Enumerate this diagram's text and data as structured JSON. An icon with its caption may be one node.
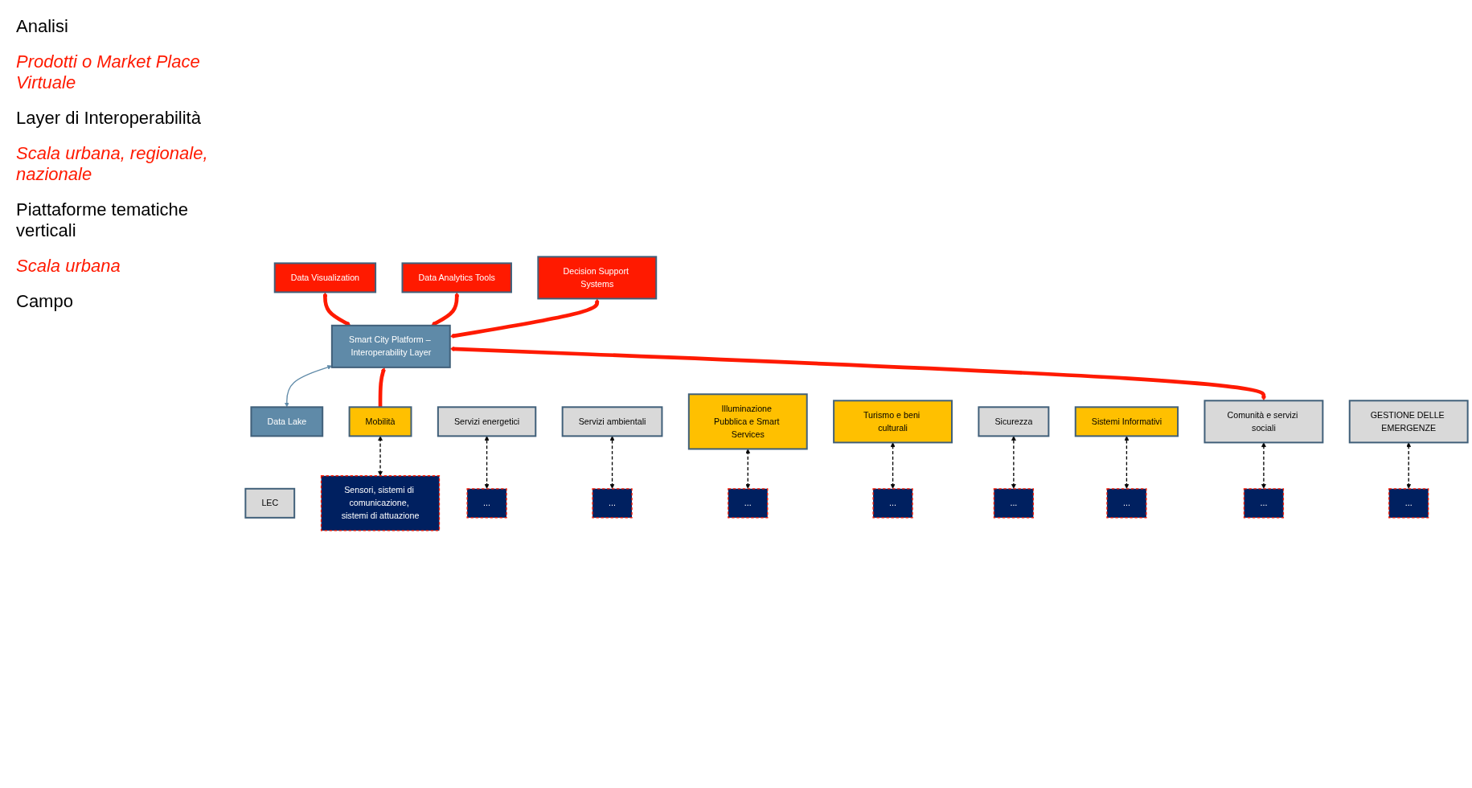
{
  "diagram": {
    "nodes": [
      {
        "text": [
          "Data Visualization"
        ]
      },
      {
        "text": [
          "Data Analytics Tools"
        ]
      },
      {
        "text": [
          "Decision Support Systems"
        ]
      },
      {
        "text": [
          "Data Lake"
        ]
      },
      {
        "text": [
          "Smart City Platform – Interoperability Layer"
        ]
      },
      {
        "text": [
          "LEC"
        ]
      },
      {
        "text": [
          "Mobilità"
        ]
      },
      {
        "text": [
          "Servizi energetici"
        ]
      },
      {
        "text": [
          "Servizi ambientali"
        ]
      },
      {
        "text": [
          "Illuminazione Pubblica e Smart Services"
        ]
      },
      {
        "text": [
          "Turismo e beni culturali"
        ]
      },
      {
        "text": [
          "Sicurezza"
        ]
      },
      {
        "text": [
          "Sistemi Informativi"
        ]
      },
      {
        "text": [
          "Comunità e servizi sociali"
        ]
      },
      {
        "text": [
          "GESTIONE DELLE EMERGENZE"
        ]
      },
      {
        "text": [
          "Sensori, sistemi di comunicazione, sistemi di attuazione"
        ]
      },
      {
        "text": [
          "..."
        ]
      },
      {
        "text": [
          "..."
        ]
      },
      {
        "text": [
          "..."
        ]
      },
      {
        "text": [
          "..."
        ]
      },
      {
        "text": [
          "..."
        ]
      },
      {
        "text": [
          "..."
        ]
      },
      {
        "text": [
          "..."
        ]
      },
      {
        "text": [
          "..."
        ]
      }
    ],
    "edges": [
      {
        "from": 4,
        "to": 0,
        "arrow": "both",
        "style": "thick",
        "color": "#ff1a00"
      },
      {
        "from": 4,
        "to": 1,
        "arrow": "both",
        "style": "thick",
        "color": "#ff1a00"
      },
      {
        "from": 4,
        "to": 2,
        "arrow": "both",
        "style": "thick",
        "color": "#ff1a00"
      },
      {
        "from": 3,
        "to": 4,
        "arrow": "both",
        "color": "#5f8aa8"
      },
      {
        "from": 6,
        "to": 4,
        "arrow": "to",
        "style": "thick",
        "color": "#ff1a00"
      },
      {
        "from": 13,
        "to": 4,
        "arrow": "both",
        "style": "thick",
        "color": "#ff1a00"
      },
      {
        "from": 6,
        "to": 15,
        "arrow": "both",
        "style": "dashed"
      },
      {
        "from": 7,
        "to": 16,
        "arrow": "both",
        "style": "dashed"
      },
      {
        "from": 8,
        "to": 17,
        "arrow": "both",
        "style": "dashed"
      },
      {
        "from": 9,
        "to": 18,
        "arrow": "both",
        "style": "dashed"
      },
      {
        "from": 10,
        "to": 19,
        "arrow": "both",
        "style": "dashed"
      },
      {
        "from": 11,
        "to": 20,
        "arrow": "both",
        "style": "dashed"
      },
      {
        "from": 12,
        "to": 21,
        "arrow": "both",
        "style": "dashed"
      },
      {
        "from": 13,
        "to": 22,
        "arrow": "both",
        "style": "dashed"
      },
      {
        "from": 14,
        "to": 23,
        "arrow": "both",
        "style": "dashed"
      }
    ],
    "labels": [
      "Analisi",
      "Prodotti o Market Place Virtuale",
      "Layer di Interoperabilità",
      "Scala urbana, regionale, nazionale",
      "Piattaforme tematiche verticali",
      "Scala urbana",
      "Campo"
    ]
  }
}
